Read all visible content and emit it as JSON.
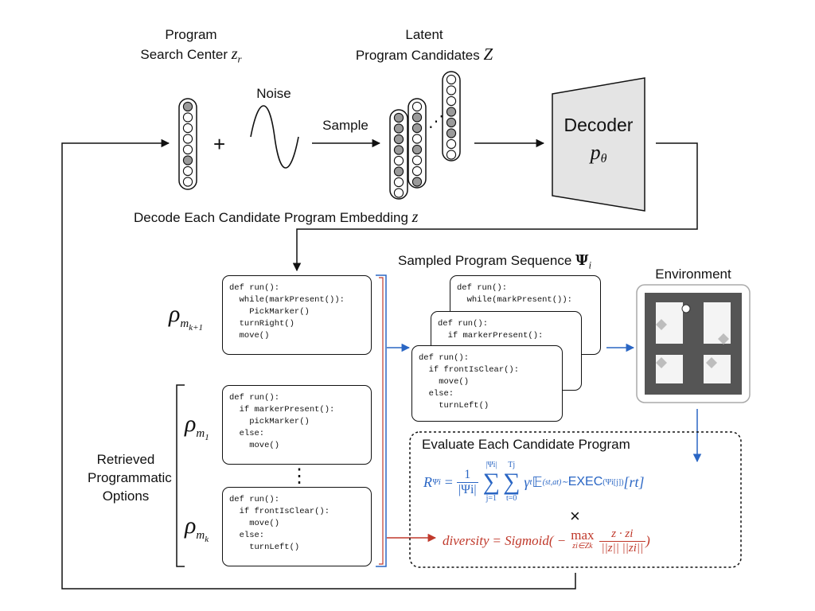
{
  "search_center": {
    "line1": "Program",
    "line2": "Search Center",
    "symbol": "z",
    "subscript": "r"
  },
  "latent": {
    "line1": "Latent",
    "line2": "Program Candidates",
    "symbol": "Z"
  },
  "noise_label": "Noise",
  "plus": "+",
  "sample_label": "Sample",
  "dots_diag": "⋰",
  "decoder": {
    "title": "Decoder",
    "symbol": "p",
    "subscript": "θ"
  },
  "decode_label": {
    "text": "Decode Each Candidate Program Embedding",
    "symbol": "z"
  },
  "sampled_seq": {
    "text": "Sampled Program Sequence",
    "symbol": "Ψ",
    "subscript": "i"
  },
  "environment_label": "Environment",
  "retrieved_label": {
    "line1": "Retrieved",
    "line2": "Programmatic",
    "line3": "Options"
  },
  "rho": {
    "symbol": "ρ",
    "k1": "m",
    "k1_sub": "k+1",
    "m1": "m",
    "m1_sub": "1",
    "mk": "m",
    "mk_sub": "k"
  },
  "vdots": "⋮",
  "programs": {
    "p_k1": [
      "def run():",
      "  while(markPresent()):",
      "    PickMarker()",
      "  turnRight()",
      "  move()"
    ],
    "p_m1": [
      "def run():",
      "  if markerPresent():",
      "    pickMarker()",
      "  else:",
      "    move()"
    ],
    "p_mk": [
      "def run():",
      "  if frontIsClear():",
      "    move()",
      "  else:",
      "    turnLeft()"
    ],
    "s_back": [
      "def run():",
      "  while(markPresent()):"
    ],
    "s_mid": [
      "def run():",
      "  if markerPresent():"
    ],
    "s_front": [
      "def run():",
      "  if frontIsClear():",
      "    move()",
      "  else:",
      "    turnLeft()"
    ]
  },
  "evaluate": {
    "title": "Evaluate Each Candidate Program",
    "reward_lhs": "R",
    "reward_lhs_sub": "Ψi",
    "eq": "=",
    "frac_num": "1",
    "frac_den": "|Ψi|",
    "sum1_top": "|Ψi|",
    "sum1_bot": "j=1",
    "sum2_top": "Tj",
    "sum2_bot": "t=0",
    "gamma": "γ",
    "gamma_sup": "t",
    "expect": "𝔼",
    "expect_sub": "(st,at)∼",
    "exec": "EXEC",
    "exec_arg": "(Ψi[j])",
    "reward_term": "[rt]",
    "times": "×",
    "div_lhs": "diversity",
    "div_rhs": "Sigmoid( −",
    "max": "max",
    "max_sub": "zi∈Zk",
    "div_num": "z · zi",
    "div_den": "||z|| ||zi||",
    "div_close": ")"
  },
  "colors": {
    "blue": "#2a66c4",
    "red": "#c0392b",
    "decoder_fill": "#e4e4e4",
    "node_dark": "#9a9a9a"
  }
}
